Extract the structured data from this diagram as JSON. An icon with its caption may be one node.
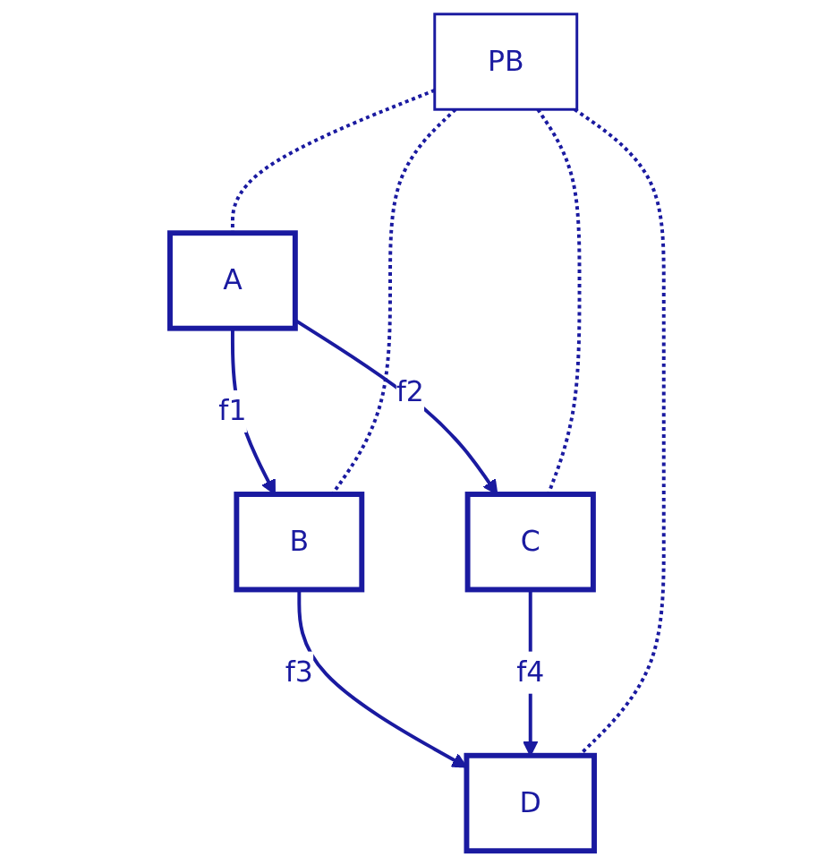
{
  "diagram": {
    "nodes": [
      {
        "text": [
          "A"
        ]
      },
      {
        "text": [
          "B"
        ]
      },
      {
        "text": [
          "PB"
        ]
      },
      {
        "text": [
          "C"
        ]
      },
      {
        "text": [
          "D"
        ]
      }
    ],
    "edges": [
      {
        "from": 0,
        "to": 1,
        "arrow": "to",
        "label": "f1"
      },
      {
        "from": 0,
        "to": 3,
        "arrow": "to",
        "label": "f2"
      },
      {
        "from": 1,
        "to": 4,
        "arrow": "to",
        "label": "f3"
      },
      {
        "from": 3,
        "to": 4,
        "arrow": "to",
        "label": "f4"
      },
      {
        "from": 2,
        "to": 0,
        "arrow": "none",
        "style": "dashed"
      },
      {
        "from": 2,
        "to": 1,
        "arrow": "none",
        "style": "dashed"
      },
      {
        "from": 2,
        "to": 3,
        "arrow": "none",
        "style": "dashed"
      },
      {
        "from": 2,
        "to": 4,
        "arrow": "none",
        "style": "dashed"
      }
    ]
  }
}
